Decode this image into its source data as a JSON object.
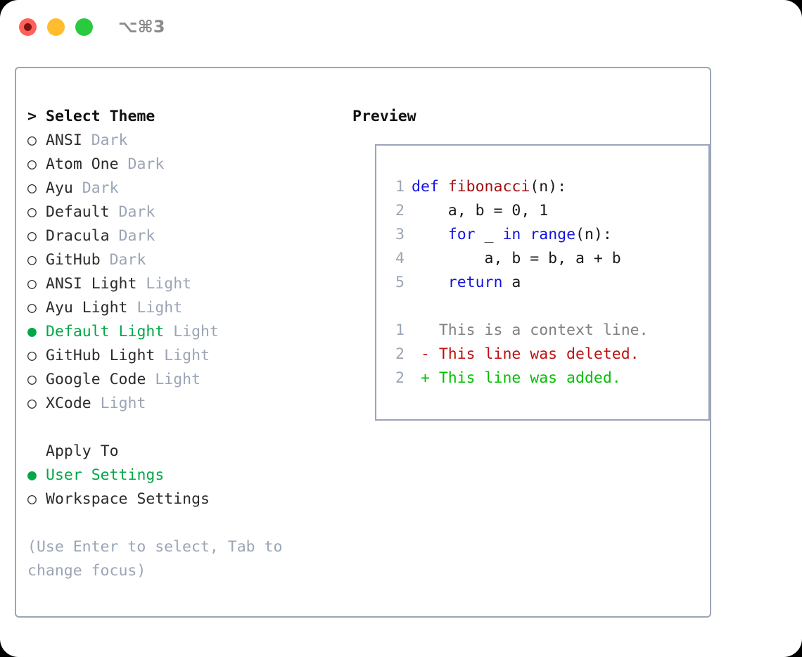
{
  "titlebar": {
    "shortcut": "⌥⌘3",
    "buttons": {
      "close": "close",
      "minimize": "minimize",
      "zoom": "zoom"
    }
  },
  "colors": {
    "selected_green": "#00a846",
    "added_green": "#00c000",
    "deleted_red": "#c01010",
    "tag_gray": "#9aa5b5",
    "border": "#9aa5b8",
    "keyword_blue": "#1414e0",
    "function_red": "#a01010"
  },
  "theme_list": {
    "header_prefix": ">",
    "header": "Select Theme",
    "selected_marker": "●",
    "unselected_marker": "○",
    "items": [
      {
        "name": "ANSI",
        "tag": "Dark",
        "selected": false
      },
      {
        "name": "Atom One",
        "tag": "Dark",
        "selected": false
      },
      {
        "name": "Ayu",
        "tag": "Dark",
        "selected": false
      },
      {
        "name": "Default",
        "tag": "Dark",
        "selected": false
      },
      {
        "name": "Dracula",
        "tag": "Dark",
        "selected": false
      },
      {
        "name": "GitHub",
        "tag": "Dark",
        "selected": false
      },
      {
        "name": "ANSI Light",
        "tag": "Light",
        "selected": false
      },
      {
        "name": "Ayu Light",
        "tag": "Light",
        "selected": false
      },
      {
        "name": "Default Light",
        "tag": "Light",
        "selected": true
      },
      {
        "name": "GitHub Light",
        "tag": "Light",
        "selected": false
      },
      {
        "name": "Google Code",
        "tag": "Light",
        "selected": false
      },
      {
        "name": "XCode",
        "tag": "Light",
        "selected": false
      }
    ]
  },
  "apply_to": {
    "header": "Apply To",
    "items": [
      {
        "name": "User Settings",
        "selected": true
      },
      {
        "name": "Workspace Settings",
        "selected": false
      }
    ]
  },
  "hint": "(Use Enter to select, Tab to change focus)",
  "preview": {
    "title": "Preview",
    "code_lines": [
      {
        "num": "1",
        "tokens": [
          {
            "t": "def ",
            "c": "kw"
          },
          {
            "t": "fibonacci",
            "c": "fn"
          },
          {
            "t": "(n):",
            "c": "pl"
          }
        ]
      },
      {
        "num": "2",
        "tokens": [
          {
            "t": "    a, b = 0, 1",
            "c": "pl"
          }
        ]
      },
      {
        "num": "3",
        "tokens": [
          {
            "t": "    ",
            "c": "pl"
          },
          {
            "t": "for",
            "c": "kw"
          },
          {
            "t": " _ ",
            "c": "pl"
          },
          {
            "t": "in",
            "c": "kw"
          },
          {
            "t": " ",
            "c": "pl"
          },
          {
            "t": "range",
            "c": "kw"
          },
          {
            "t": "(n):",
            "c": "pl"
          }
        ]
      },
      {
        "num": "4",
        "tokens": [
          {
            "t": "        a, b = b, a + b",
            "c": "pl"
          }
        ]
      },
      {
        "num": "5",
        "tokens": [
          {
            "t": "    ",
            "c": "pl"
          },
          {
            "t": "return",
            "c": "kw"
          },
          {
            "t": " a",
            "c": "pl"
          }
        ]
      }
    ],
    "diff_lines": [
      {
        "num": "1",
        "sign": " ",
        "text": "This is a context line.",
        "kind": "ctx"
      },
      {
        "num": "2",
        "sign": "-",
        "text": "This line was deleted.",
        "kind": "del"
      },
      {
        "num": "2",
        "sign": "+",
        "text": "This line was added.",
        "kind": "add"
      }
    ]
  }
}
